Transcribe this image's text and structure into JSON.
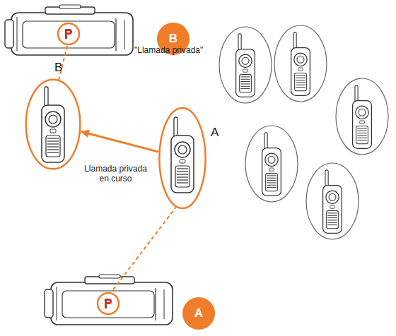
{
  "diagram": {
    "nodes": [
      {
        "text": [
          "B"
        ]
      },
      {
        "text": [
          "B"
        ]
      },
      {
        "text": [
          "A"
        ]
      },
      {
        "text": [
          "A"
        ]
      }
    ],
    "edges": [
      {
        "from": 2,
        "to": 1,
        "arrow": "to",
        "label": "Llamada privada en curso"
      }
    ],
    "labels": [
      "\"Llamada privada\""
    ]
  }
}
